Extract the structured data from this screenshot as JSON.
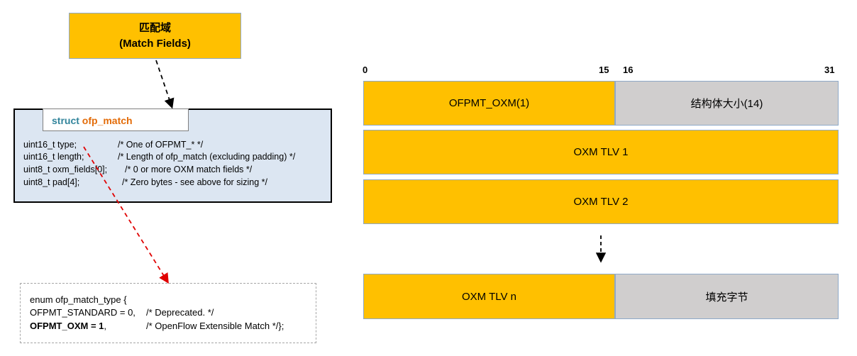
{
  "match_fields": {
    "title_cn": "匹配域",
    "title_en": "(Match Fields)"
  },
  "struct": {
    "keyword": "struct",
    "name": "ofp_match",
    "lines": [
      {
        "decl": "uint16_t type;",
        "comment": "/* One of OFPMT_* */"
      },
      {
        "decl": "uint16_t length;",
        "comment": "/* Length of ofp_match (excluding padding) */"
      },
      {
        "decl": "uint8_t oxm_fields[0];",
        "comment": "/* 0 or more OXM match fields */"
      },
      {
        "decl": "uint8_t pad[4];",
        "comment": "/* Zero bytes - see above for sizing */"
      }
    ]
  },
  "enum": {
    "header": "enum ofp_match_type {",
    "lines": [
      {
        "decl": "OFPMT_STANDARD = 0,",
        "comment": "/* Deprecated. */"
      },
      {
        "decl_bold": "OFPMT_OXM = 1",
        "decl_rest": ",",
        "comment": "/* OpenFlow Extensible Match */};"
      }
    ]
  },
  "ruler": {
    "bit0": "0",
    "bit15": "15",
    "bit16": "16",
    "bit31": "31"
  },
  "rows": {
    "row1_left": "OFPMT_OXM(1)",
    "row1_right": "结构体大小(14)",
    "row2": "OXM TLV 1",
    "row3": "OXM TLV 2",
    "row4_left": "OXM TLV n",
    "row4_right": "填充字节"
  },
  "colors": {
    "field": "#FFC000",
    "padding": "#D0CECE",
    "struct_bg": "#DCE6F2",
    "arrow_red": "#E00000"
  }
}
